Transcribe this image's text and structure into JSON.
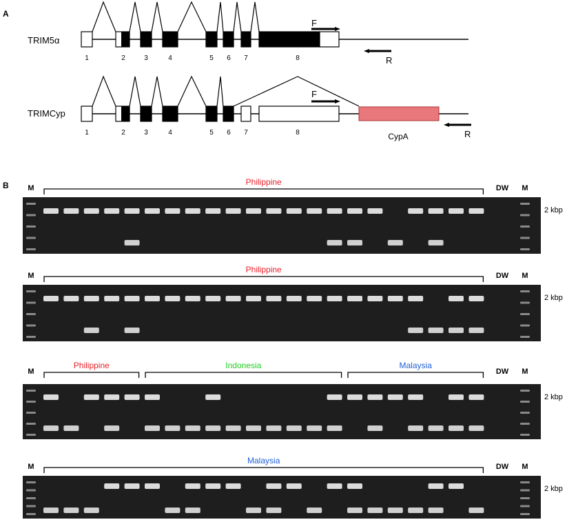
{
  "panel_a": {
    "label": "A",
    "trim5": {
      "name": "TRIM5α",
      "exons": [
        "1",
        "2",
        "3",
        "4",
        "5",
        "6",
        "7",
        "8"
      ],
      "primer_f": "F",
      "primer_r": "R"
    },
    "trimcyp": {
      "name": "TRIMCyp",
      "exons": [
        "1",
        "2",
        "3",
        "4",
        "5",
        "6",
        "7",
        "8"
      ],
      "cypa": "CypA",
      "primer_f": "F",
      "primer_r": "R"
    }
  },
  "panel_b": {
    "label": "B",
    "marker": "M",
    "water": "DW",
    "size_label": "2 kbp",
    "colors": {
      "philippine": "#e8212a",
      "indonesia": "#1fcf1f",
      "malaysia": "#1f5fd6",
      "cypa": "#e8787c"
    },
    "gels": [
      {
        "groups": [
          {
            "name": "Philippine",
            "color": "#e8212a",
            "from": 0,
            "to": 22
          }
        ],
        "lanes": [
          "u",
          "u",
          "u",
          "u",
          "b",
          "u",
          "u",
          "u",
          "u",
          "u",
          "u",
          "u",
          "u",
          "u",
          "b",
          "b",
          "u",
          "l",
          "u",
          "b",
          "u",
          "u"
        ]
      },
      {
        "groups": [
          {
            "name": "Philippine",
            "color": "#e8212a",
            "from": 0,
            "to": 22
          }
        ],
        "lanes": [
          "u",
          "u",
          "b",
          "u",
          "b",
          "u",
          "u",
          "u",
          "u",
          "u",
          "u",
          "u",
          "u",
          "u",
          "u",
          "u",
          "u",
          "u",
          "b",
          "l",
          "b",
          "b"
        ]
      },
      {
        "groups": [
          {
            "name": "Philippine",
            "color": "#e8212a",
            "from": 0,
            "to": 5
          },
          {
            "name": "Indonesia",
            "color": "#1fcf1f",
            "from": 5,
            "to": 15
          },
          {
            "name": "Malaysia",
            "color": "#1f5fd6",
            "from": 15,
            "to": 22
          }
        ],
        "lanes": [
          "b",
          "l",
          "u",
          "b",
          "u",
          "b",
          "l",
          "l",
          "b",
          "l",
          "l",
          "l",
          "l",
          "l",
          "b",
          "u",
          "b",
          "u",
          "b",
          "l",
          "b",
          "b"
        ]
      },
      {
        "groups": [
          {
            "name": "Malaysia",
            "color": "#1f5fd6",
            "from": 0,
            "to": 22
          }
        ],
        "lanes": [
          "l",
          "l",
          "l",
          "u",
          "u",
          "u",
          "l",
          "b",
          "u",
          "u",
          "l",
          "b",
          "u",
          "l",
          "u",
          "b",
          "l",
          "l",
          "l",
          "b",
          "u",
          "l"
        ]
      }
    ]
  }
}
